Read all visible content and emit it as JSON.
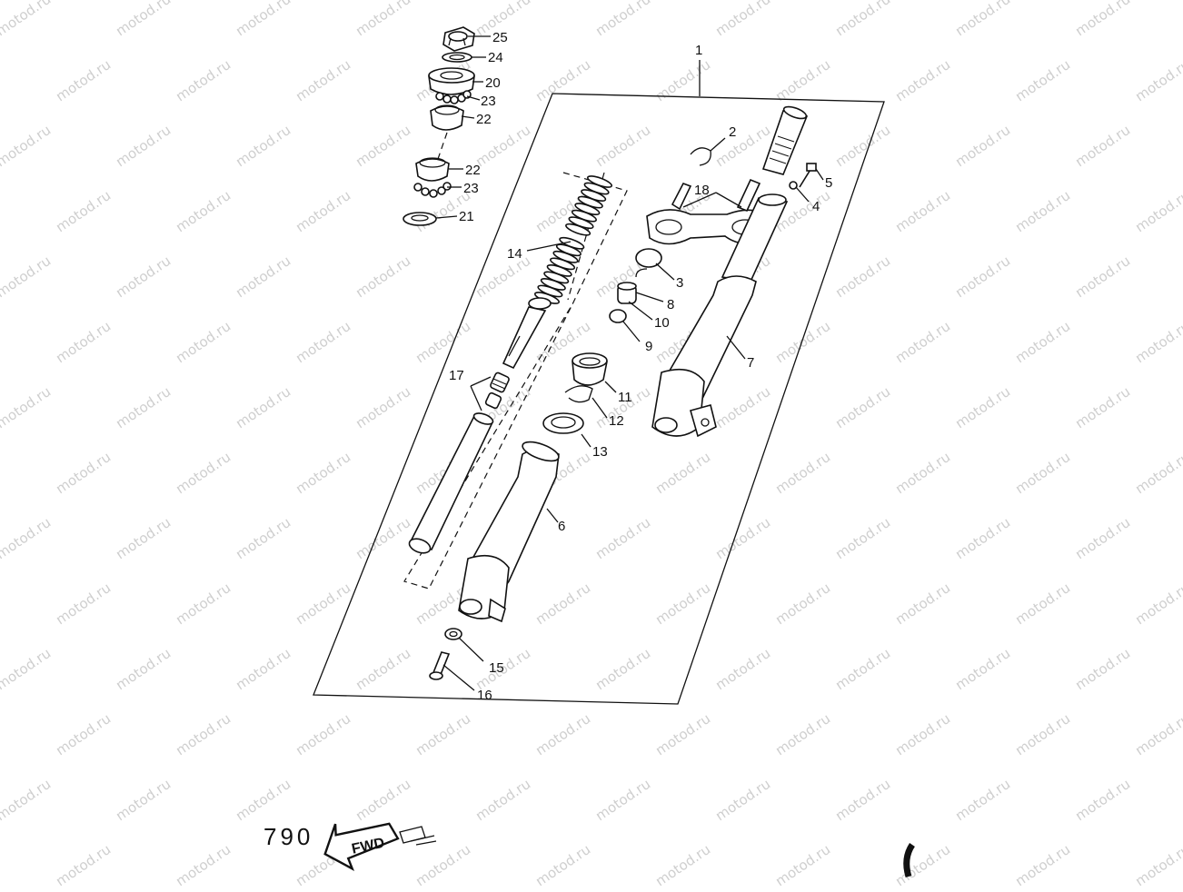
{
  "watermark": "motod.ru",
  "callouts": [
    {
      "id": "label-25",
      "text": "25"
    },
    {
      "id": "label-24",
      "text": "24"
    },
    {
      "id": "label-20",
      "text": "20"
    },
    {
      "id": "label-23a",
      "text": "23"
    },
    {
      "id": "label-22a",
      "text": "22"
    },
    {
      "id": "label-22b",
      "text": "22"
    },
    {
      "id": "label-23b",
      "text": "23"
    },
    {
      "id": "label-21",
      "text": "21"
    },
    {
      "id": "label-1",
      "text": "1"
    },
    {
      "id": "label-2",
      "text": "2"
    },
    {
      "id": "label-5",
      "text": "5"
    },
    {
      "id": "label-18",
      "text": "18"
    },
    {
      "id": "label-4",
      "text": "4"
    },
    {
      "id": "label-14",
      "text": "14"
    },
    {
      "id": "label-3",
      "text": "3"
    },
    {
      "id": "label-8",
      "text": "8"
    },
    {
      "id": "label-10",
      "text": "10"
    },
    {
      "id": "label-9",
      "text": "9"
    },
    {
      "id": "label-7",
      "text": "7"
    },
    {
      "id": "label-17",
      "text": "17"
    },
    {
      "id": "label-11",
      "text": "11"
    },
    {
      "id": "label-12",
      "text": "12"
    },
    {
      "id": "label-13",
      "text": "13"
    },
    {
      "id": "label-6",
      "text": "6"
    },
    {
      "id": "label-15",
      "text": "15"
    },
    {
      "id": "label-16",
      "text": "16"
    }
  ],
  "corner": {
    "code": "790",
    "fwd": "FWD"
  }
}
